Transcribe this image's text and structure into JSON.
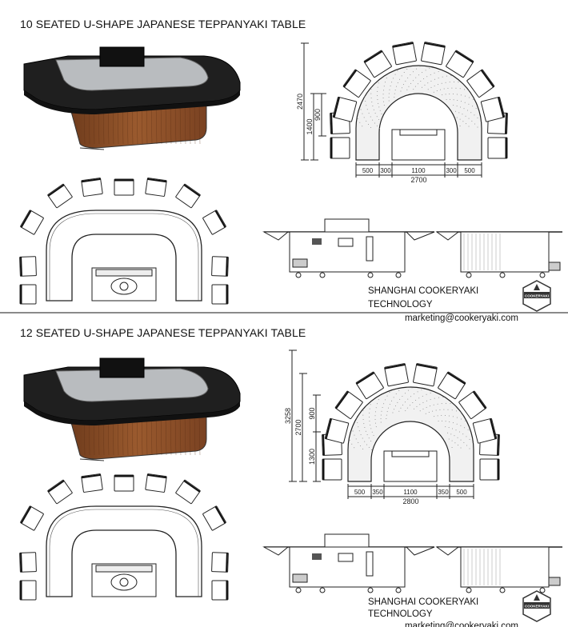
{
  "panels": [
    {
      "title": "10 SEATED U-SHAPE JAPANESE TEPPANYAKI TABLE",
      "dimensions": {
        "overall_height": "2470",
        "side_height": "1400",
        "arc_height": "900",
        "width_segments": [
          "500",
          "300",
          "1100",
          "300",
          "500"
        ],
        "overall_width": "2700"
      },
      "company_name": "SHANGHAI COOKERYAKI TECHNOLOGY",
      "email": "marketing@cookeryaki.com",
      "logo_text": "COOKERYAKI"
    },
    {
      "title": "12 SEATED U-SHAPE JAPANESE TEPPANYAKI TABLE",
      "dimensions": {
        "overall_height": "3258",
        "side_height": "2700",
        "arc_height": "900",
        "lower_height": "1300",
        "width_segments": [
          "500",
          "350",
          "1100",
          "350",
          "500"
        ],
        "overall_width": "2800"
      },
      "company_name": "SHANGHAI COOKERYAKI TECHNOLOGY",
      "email": "marketing@cookeryaki.com",
      "logo_text": "COOKERYAKI"
    }
  ],
  "colors": {
    "countertop": "#1f1f1f",
    "griddle": "#b9bcbf",
    "wood": "#9a5a2e",
    "granite": "#f1f1f1",
    "divider": "#8a8a8a"
  }
}
